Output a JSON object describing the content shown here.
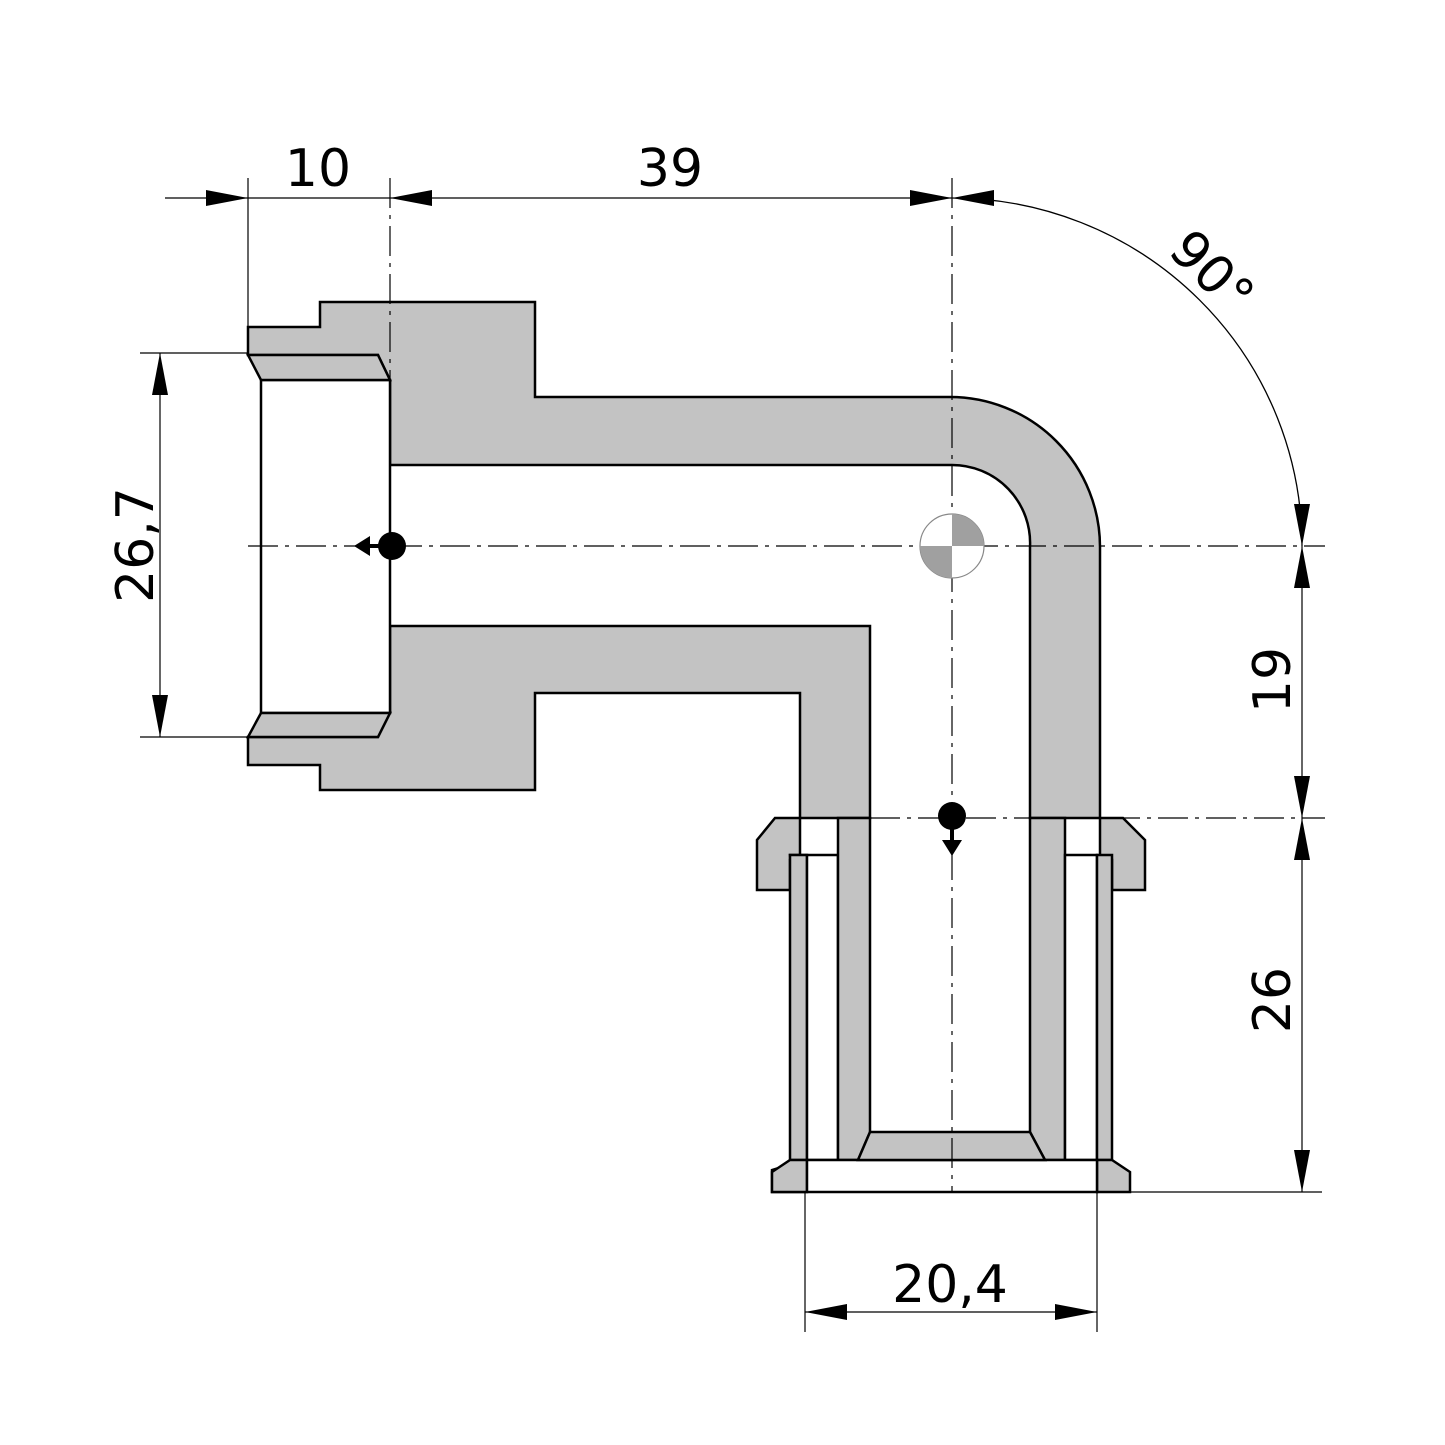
{
  "dimensions": {
    "top_left_width": "10",
    "top_length": "39",
    "angle": "90°",
    "left_diameter": "26,7",
    "right_upper": "19",
    "right_lower": "26",
    "bottom_diameter": "20,4"
  },
  "colors": {
    "body_fill": "#c3c3c3",
    "line": "#000000",
    "marker_gray": "#a0a0a0"
  }
}
